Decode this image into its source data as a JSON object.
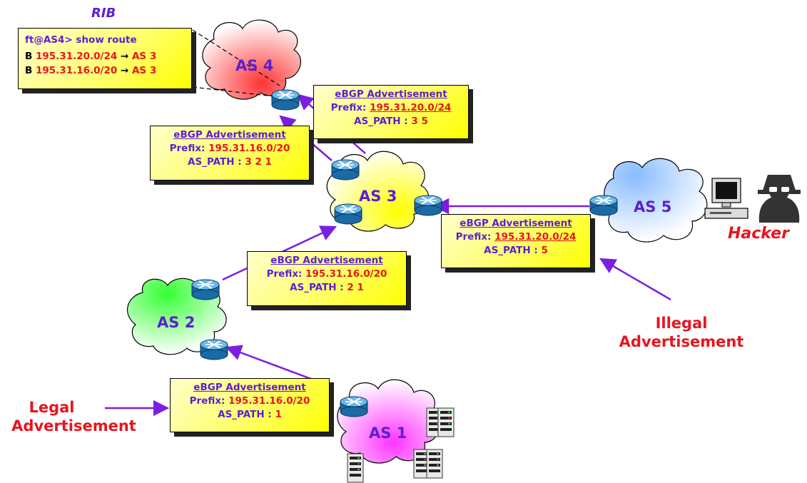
{
  "rib": {
    "title": "RIB",
    "command": "ft@AS4> show route",
    "routes": [
      {
        "flag": "B",
        "prefix": "195.31.20.0/24",
        "arrow": "→",
        "next": "AS 3"
      },
      {
        "flag": "B",
        "prefix": "195.31.16.0/20",
        "arrow": "→",
        "next": "AS 3"
      }
    ]
  },
  "as_labels": {
    "as1": "AS 1",
    "as2": "AS 2",
    "as3": "AS 3",
    "as4": "AS 4",
    "as5": "AS 5"
  },
  "advertisements": {
    "as3_to_as4_hijack": {
      "title": "eBGP Advertisement",
      "prefix_label": "Prefix:",
      "prefix": "195.31.20.0/24",
      "path_label": "AS_PATH :",
      "path": "3 5"
    },
    "as3_to_as4_legit": {
      "title": "eBGP Advertisement",
      "prefix_label": "Prefix:",
      "prefix": "195.31.16.0/20",
      "path_label": "AS_PATH :",
      "path": "3 2 1"
    },
    "as5_to_as3": {
      "title": "eBGP Advertisement",
      "prefix_label": "Prefix:",
      "prefix": "195.31.20.0/24",
      "path_label": "AS_PATH :",
      "path": "5"
    },
    "as2_to_as3": {
      "title": "eBGP Advertisement",
      "prefix_label": "Prefix:",
      "prefix": "195.31.16.0/20",
      "path_label": "AS_PATH :",
      "path": "2 1"
    },
    "as1_to_as2": {
      "title": "eBGP Advertisement",
      "prefix_label": "Prefix:",
      "prefix": "195.31.16.0/20",
      "path_label": "AS_PATH :",
      "path": "1"
    }
  },
  "labels": {
    "illegal_1": "Illegal",
    "illegal_2": "Advertisement",
    "legal_1": "Legal",
    "legal_2": "Advertisement",
    "hacker": "Hacker"
  },
  "colors": {
    "arrow": "#7a1fe0",
    "title_text": "#5b1fd0",
    "highlight": "#e8141e",
    "box_fill": "#ffff66",
    "as1": "#ff66ff",
    "as2": "#66ff66",
    "as3": "#ffff44",
    "as4": "#ff5a5a",
    "as5": "#99ccff"
  }
}
